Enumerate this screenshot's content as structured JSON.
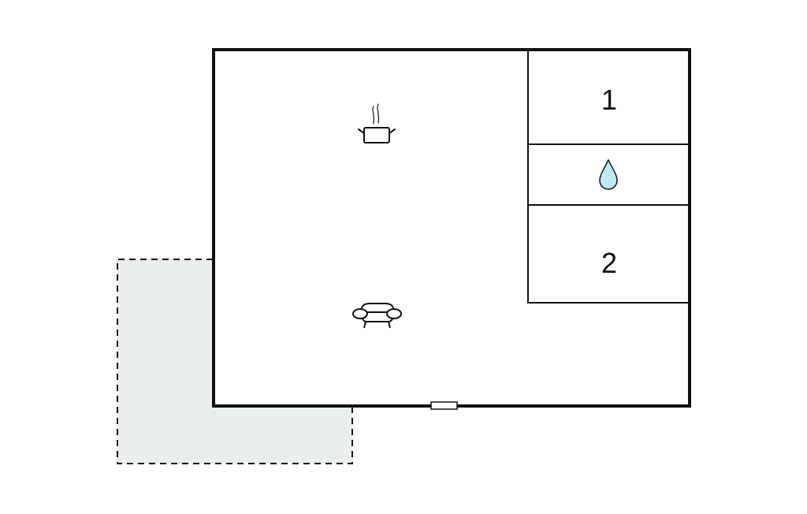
{
  "floorplan": {
    "rooms": [
      {
        "label": "1",
        "type": "bedroom"
      },
      {
        "label": "2",
        "type": "bedroom"
      }
    ],
    "icons": {
      "kitchen": "cooking-pot-icon",
      "bathroom": "water-drop-icon",
      "living": "sofa-icon"
    },
    "colors": {
      "wall": "#000000",
      "terrace_fill": "#ebeeee",
      "water_drop": "#bfeaf5"
    }
  }
}
